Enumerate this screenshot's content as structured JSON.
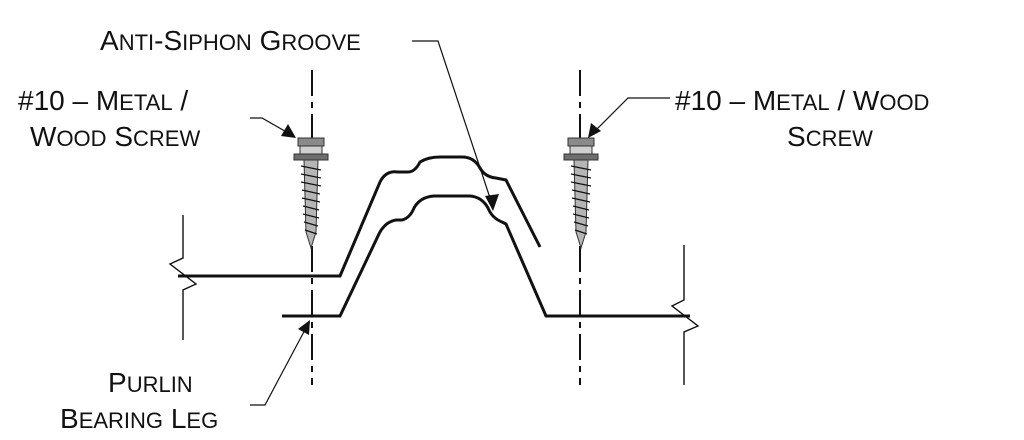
{
  "labels": {
    "groove": [
      "A",
      "NTI",
      "-S",
      "IPHON",
      " G",
      "ROOVE"
    ],
    "left_screw_l1": [
      "#10 – M",
      "ETAL",
      " /"
    ],
    "left_screw_l2": [
      "W",
      "OOD",
      " S",
      "CREW"
    ],
    "right_screw_l1": [
      "#10 – M",
      "ETAL",
      " / W",
      "OOD"
    ],
    "right_screw_l2": [
      "S",
      "CREW"
    ],
    "purlin_l1": [
      "P",
      "URLIN"
    ],
    "purlin_l2": [
      "B",
      "EARING",
      " L",
      "EG"
    ]
  }
}
